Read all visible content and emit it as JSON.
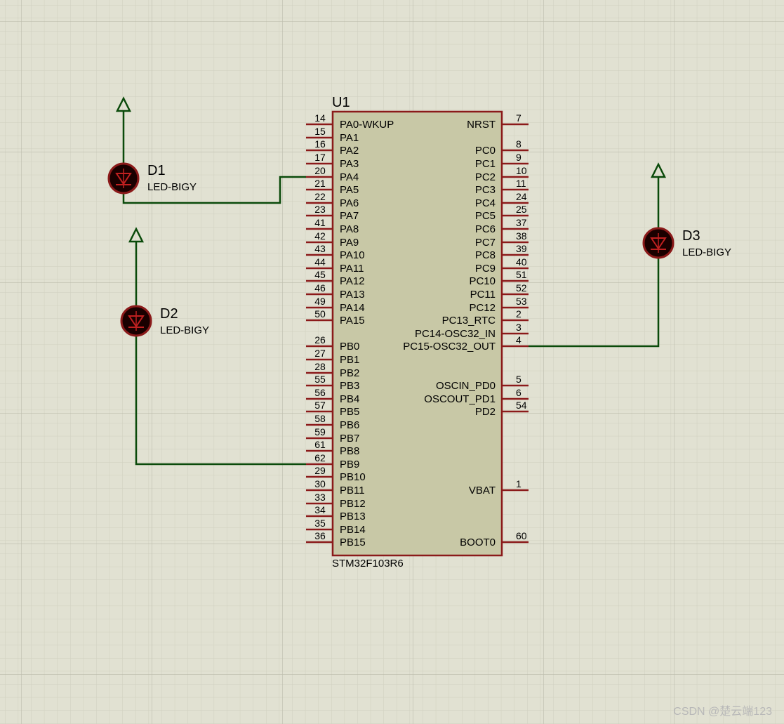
{
  "theme": {
    "background": "#e1e1d2",
    "grid_minor": "#cfcfbf",
    "grid_major": "#bcbcac",
    "body_fill": "#c8c8a6",
    "body_stroke": "#8b1a1a",
    "pin_color": "#8b1a1a",
    "wire_color": "#0a4a0a",
    "led_fill": "#1a0000",
    "led_stroke": "#8b1a1a"
  },
  "chip": {
    "ref": "U1",
    "part": "STM32F103R6",
    "left_pins": [
      {
        "num": "14",
        "name": "PA0-WKUP"
      },
      {
        "num": "15",
        "name": "PA1"
      },
      {
        "num": "16",
        "name": "PA2"
      },
      {
        "num": "17",
        "name": "PA3"
      },
      {
        "num": "20",
        "name": "PA4"
      },
      {
        "num": "21",
        "name": "PA5"
      },
      {
        "num": "22",
        "name": "PA6"
      },
      {
        "num": "23",
        "name": "PA7"
      },
      {
        "num": "41",
        "name": "PA8"
      },
      {
        "num": "42",
        "name": "PA9"
      },
      {
        "num": "43",
        "name": "PA10"
      },
      {
        "num": "44",
        "name": "PA11"
      },
      {
        "num": "45",
        "name": "PA12"
      },
      {
        "num": "46",
        "name": "PA13"
      },
      {
        "num": "49",
        "name": "PA14"
      },
      {
        "num": "50",
        "name": "PA15"
      },
      {
        "num": "26",
        "name": "PB0"
      },
      {
        "num": "27",
        "name": "PB1"
      },
      {
        "num": "28",
        "name": "PB2"
      },
      {
        "num": "55",
        "name": "PB3"
      },
      {
        "num": "56",
        "name": "PB4"
      },
      {
        "num": "57",
        "name": "PB5"
      },
      {
        "num": "58",
        "name": "PB6"
      },
      {
        "num": "59",
        "name": "PB7"
      },
      {
        "num": "61",
        "name": "PB8"
      },
      {
        "num": "62",
        "name": "PB9"
      },
      {
        "num": "29",
        "name": "PB10"
      },
      {
        "num": "30",
        "name": "PB11"
      },
      {
        "num": "33",
        "name": "PB12"
      },
      {
        "num": "34",
        "name": "PB13"
      },
      {
        "num": "35",
        "name": "PB14"
      },
      {
        "num": "36",
        "name": "PB15"
      }
    ],
    "right_pins": [
      {
        "num": "7",
        "name": "NRST"
      },
      {
        "num": "8",
        "name": "PC0"
      },
      {
        "num": "9",
        "name": "PC1"
      },
      {
        "num": "10",
        "name": "PC2"
      },
      {
        "num": "11",
        "name": "PC3"
      },
      {
        "num": "24",
        "name": "PC4"
      },
      {
        "num": "25",
        "name": "PC5"
      },
      {
        "num": "37",
        "name": "PC6"
      },
      {
        "num": "38",
        "name": "PC7"
      },
      {
        "num": "39",
        "name": "PC8"
      },
      {
        "num": "40",
        "name": "PC9"
      },
      {
        "num": "51",
        "name": "PC10"
      },
      {
        "num": "52",
        "name": "PC11"
      },
      {
        "num": "53",
        "name": "PC12"
      },
      {
        "num": "2",
        "name": "PC13_RTC"
      },
      {
        "num": "3",
        "name": "PC14-OSC32_IN"
      },
      {
        "num": "4",
        "name": "PC15-OSC32_OUT"
      },
      {
        "num": "5",
        "name": "OSCIN_PD0"
      },
      {
        "num": "6",
        "name": "OSCOUT_PD1"
      },
      {
        "num": "54",
        "name": "PD2"
      },
      {
        "num": "1",
        "name": "VBAT"
      },
      {
        "num": "60",
        "name": "BOOT0"
      }
    ]
  },
  "leds": [
    {
      "ref": "D1",
      "part": "LED-BIGY"
    },
    {
      "ref": "D2",
      "part": "LED-BIGY"
    },
    {
      "ref": "D3",
      "part": "LED-BIGY"
    }
  ],
  "watermark": "CSDN @楚云端123"
}
